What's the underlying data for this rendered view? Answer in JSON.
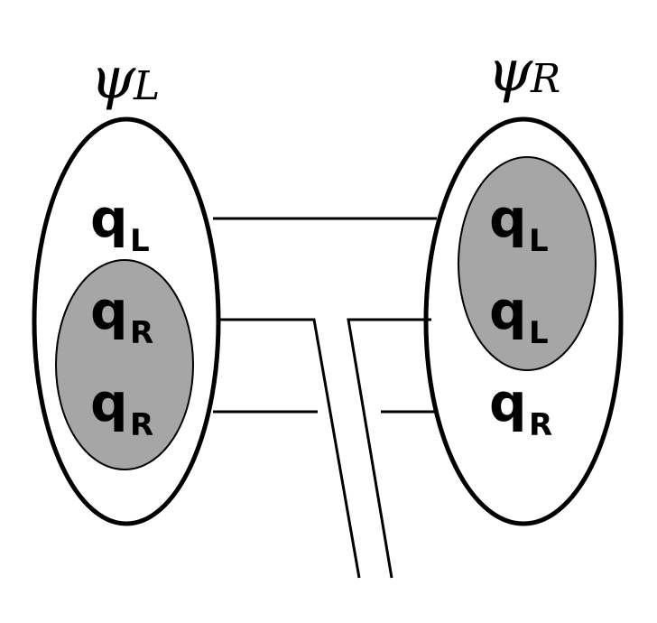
{
  "colors": {
    "stroke": "#000000",
    "background": "#ffffff",
    "shaded": "#a6a6a6"
  },
  "left_state": {
    "label_symbol": "ψ",
    "label_subscript": "L",
    "quarks": [
      {
        "q": "q",
        "sub": "L"
      },
      {
        "q": "q",
        "sub": "R"
      },
      {
        "q": "q",
        "sub": "R"
      }
    ]
  },
  "right_state": {
    "label_symbol": "ψ",
    "label_subscript": "R",
    "quarks": [
      {
        "q": "q",
        "sub": "L"
      },
      {
        "q": "q",
        "sub": "L"
      },
      {
        "q": "q",
        "sub": "R"
      }
    ]
  }
}
